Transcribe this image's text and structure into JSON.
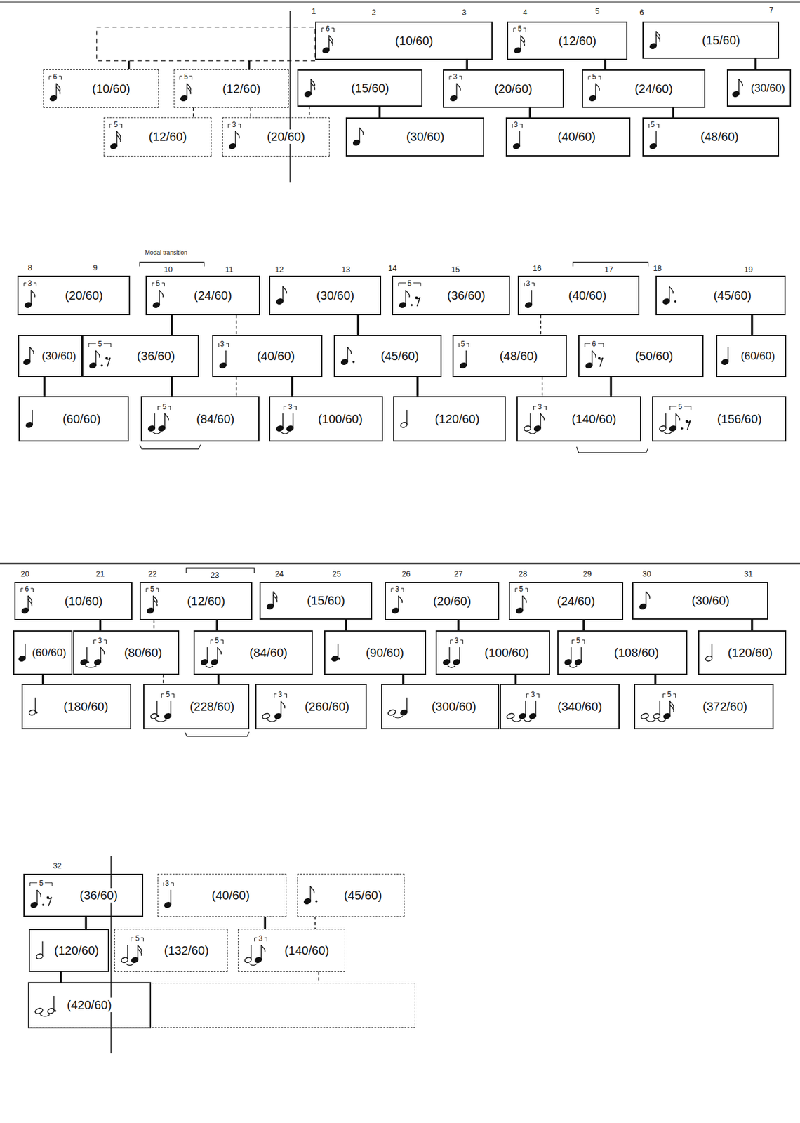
{
  "diagram": {
    "nodes": [
      {
        "text": [
          "6",
          "(10/60)"
        ]
      },
      {
        "text": [
          "5",
          "(12/60)"
        ]
      },
      {
        "text": [
          "(15/60)"
        ]
      },
      {
        "text": [
          "6",
          "(10/60)"
        ]
      },
      {
        "text": [
          "5",
          "(12/60)"
        ]
      },
      {
        "text": [
          "(15/60)"
        ]
      },
      {
        "text": [
          "3",
          "(20/60)"
        ]
      },
      {
        "text": [
          "5",
          "(24/60)"
        ]
      },
      {
        "text": [
          "(30/60)"
        ]
      },
      {
        "text": [
          "5",
          "(12/60)"
        ]
      },
      {
        "text": [
          "3",
          "(20/60)"
        ]
      },
      {
        "text": [
          "(30/60)"
        ]
      },
      {
        "text": [
          "3",
          "(40/60)"
        ]
      },
      {
        "text": [
          "5",
          "(48/60)"
        ]
      },
      {
        "text": [
          "3",
          "(20/60)"
        ]
      },
      {
        "text": [
          "5",
          "(24/60)"
        ]
      },
      {
        "text": [
          "(30/60)"
        ]
      },
      {
        "text": [
          "5",
          "(36/60)"
        ]
      },
      {
        "text": [
          "3",
          "(40/60)"
        ]
      },
      {
        "text": [
          "(45/60)"
        ]
      },
      {
        "text": [
          "(30/60)"
        ]
      },
      {
        "text": [
          "5",
          "(36/60)"
        ]
      },
      {
        "text": [
          "3",
          "(40/60)"
        ]
      },
      {
        "text": [
          "(45/60)"
        ]
      },
      {
        "text": [
          "5",
          "(48/60)"
        ]
      },
      {
        "text": [
          "6",
          "(50/60)"
        ]
      },
      {
        "text": [
          "(60/60)"
        ]
      },
      {
        "text": [
          "(60/60)"
        ]
      },
      {
        "text": [
          "5",
          "(84/60)"
        ]
      },
      {
        "text": [
          "3",
          "(100/60)"
        ]
      },
      {
        "text": [
          "(120/60)"
        ]
      },
      {
        "text": [
          "3",
          "(140/60)"
        ]
      },
      {
        "text": [
          "5",
          "(156/60)"
        ]
      },
      {
        "text": [
          "6",
          "(10/60)"
        ]
      },
      {
        "text": [
          "5",
          "(12/60)"
        ]
      },
      {
        "text": [
          "(15/60)"
        ]
      },
      {
        "text": [
          "3",
          "(20/60)"
        ]
      },
      {
        "text": [
          "5",
          "(24/60)"
        ]
      },
      {
        "text": [
          "(30/60)"
        ]
      },
      {
        "text": [
          "(60/60)"
        ]
      },
      {
        "text": [
          "3",
          "(80/60)"
        ]
      },
      {
        "text": [
          "5",
          "(84/60)"
        ]
      },
      {
        "text": [
          "(90/60)"
        ]
      },
      {
        "text": [
          "3",
          "(100/60)"
        ]
      },
      {
        "text": [
          "5",
          "(108/60)"
        ]
      },
      {
        "text": [
          "(120/60)"
        ]
      },
      {
        "text": [
          "(180/60)"
        ]
      },
      {
        "text": [
          "5",
          "(228/60)"
        ]
      },
      {
        "text": [
          "3",
          "(260/60)"
        ]
      },
      {
        "text": [
          "(300/60)"
        ]
      },
      {
        "text": [
          "3",
          "(340/60)"
        ]
      },
      {
        "text": [
          "5",
          "(372/60)"
        ]
      },
      {
        "text": [
          "5",
          "(36/60)"
        ]
      },
      {
        "text": [
          "3",
          "(40/60)"
        ]
      },
      {
        "text": [
          "(45/60)"
        ]
      },
      {
        "text": [
          "(120/60)"
        ]
      },
      {
        "text": [
          "5",
          "(132/60)"
        ]
      },
      {
        "text": [
          "3",
          "(140/60)"
        ]
      },
      {
        "text": [
          "(420/60)"
        ]
      }
    ],
    "edges": [
      {
        "from": 0,
        "to": 6,
        "arrow": "none"
      },
      {
        "from": 1,
        "to": 7,
        "arrow": "none"
      },
      {
        "from": 2,
        "to": 8,
        "arrow": "none"
      },
      {
        "from": 5,
        "to": 11,
        "arrow": "none"
      },
      {
        "from": 6,
        "to": 12,
        "arrow": "none"
      },
      {
        "from": 7,
        "to": 13,
        "arrow": "none"
      },
      {
        "from": 4,
        "to": 9,
        "arrow": "none"
      },
      {
        "from": 4,
        "to": 10,
        "arrow": "none"
      },
      {
        "from": 5,
        "to": 10,
        "arrow": "none"
      },
      {
        "from": 15,
        "to": 21,
        "arrow": "none"
      },
      {
        "from": 15,
        "to": 22,
        "arrow": "none"
      },
      {
        "from": 16,
        "to": 23,
        "arrow": "none"
      },
      {
        "from": 18,
        "to": 24,
        "arrow": "none"
      },
      {
        "from": 19,
        "to": 26,
        "arrow": "none"
      },
      {
        "from": 20,
        "to": 27,
        "arrow": "none"
      },
      {
        "from": 21,
        "to": 28,
        "arrow": "none"
      },
      {
        "from": 22,
        "to": 28,
        "arrow": "none"
      },
      {
        "from": 22,
        "to": 29,
        "arrow": "none"
      },
      {
        "from": 23,
        "to": 30,
        "arrow": "none"
      },
      {
        "from": 24,
        "to": 31,
        "arrow": "none"
      },
      {
        "from": 25,
        "to": 31,
        "arrow": "none"
      },
      {
        "from": 33,
        "to": 40,
        "arrow": "none"
      },
      {
        "from": 34,
        "to": 40,
        "arrow": "none"
      },
      {
        "from": 34,
        "to": 41,
        "arrow": "none"
      },
      {
        "from": 35,
        "to": 42,
        "arrow": "none"
      },
      {
        "from": 36,
        "to": 43,
        "arrow": "none"
      },
      {
        "from": 37,
        "to": 44,
        "arrow": "none"
      },
      {
        "from": 38,
        "to": 45,
        "arrow": "none"
      },
      {
        "from": 39,
        "to": 46,
        "arrow": "none"
      },
      {
        "from": 40,
        "to": 47,
        "arrow": "none"
      },
      {
        "from": 41,
        "to": 47,
        "arrow": "none"
      },
      {
        "from": 42,
        "to": 49,
        "arrow": "none"
      },
      {
        "from": 43,
        "to": 50,
        "arrow": "none"
      },
      {
        "from": 44,
        "to": 51,
        "arrow": "none"
      },
      {
        "from": 52,
        "to": 55,
        "arrow": "none"
      },
      {
        "from": 53,
        "to": 57,
        "arrow": "none"
      },
      {
        "from": 54,
        "to": 57,
        "arrow": "none"
      },
      {
        "from": 55,
        "to": 58,
        "arrow": "none"
      },
      {
        "from": 57,
        "to": 58,
        "arrow": "none"
      }
    ],
    "labels": [
      "1",
      "2",
      "3",
      "4",
      "5",
      "6",
      "7",
      "8",
      "9",
      "Modal transition",
      "10",
      "11",
      "12",
      "13",
      "14",
      "15",
      "16",
      "17",
      "18",
      "19",
      "20",
      "21",
      "22",
      "23",
      "24",
      "25",
      "26",
      "27",
      "28",
      "29",
      "30",
      "31",
      "32"
    ]
  }
}
